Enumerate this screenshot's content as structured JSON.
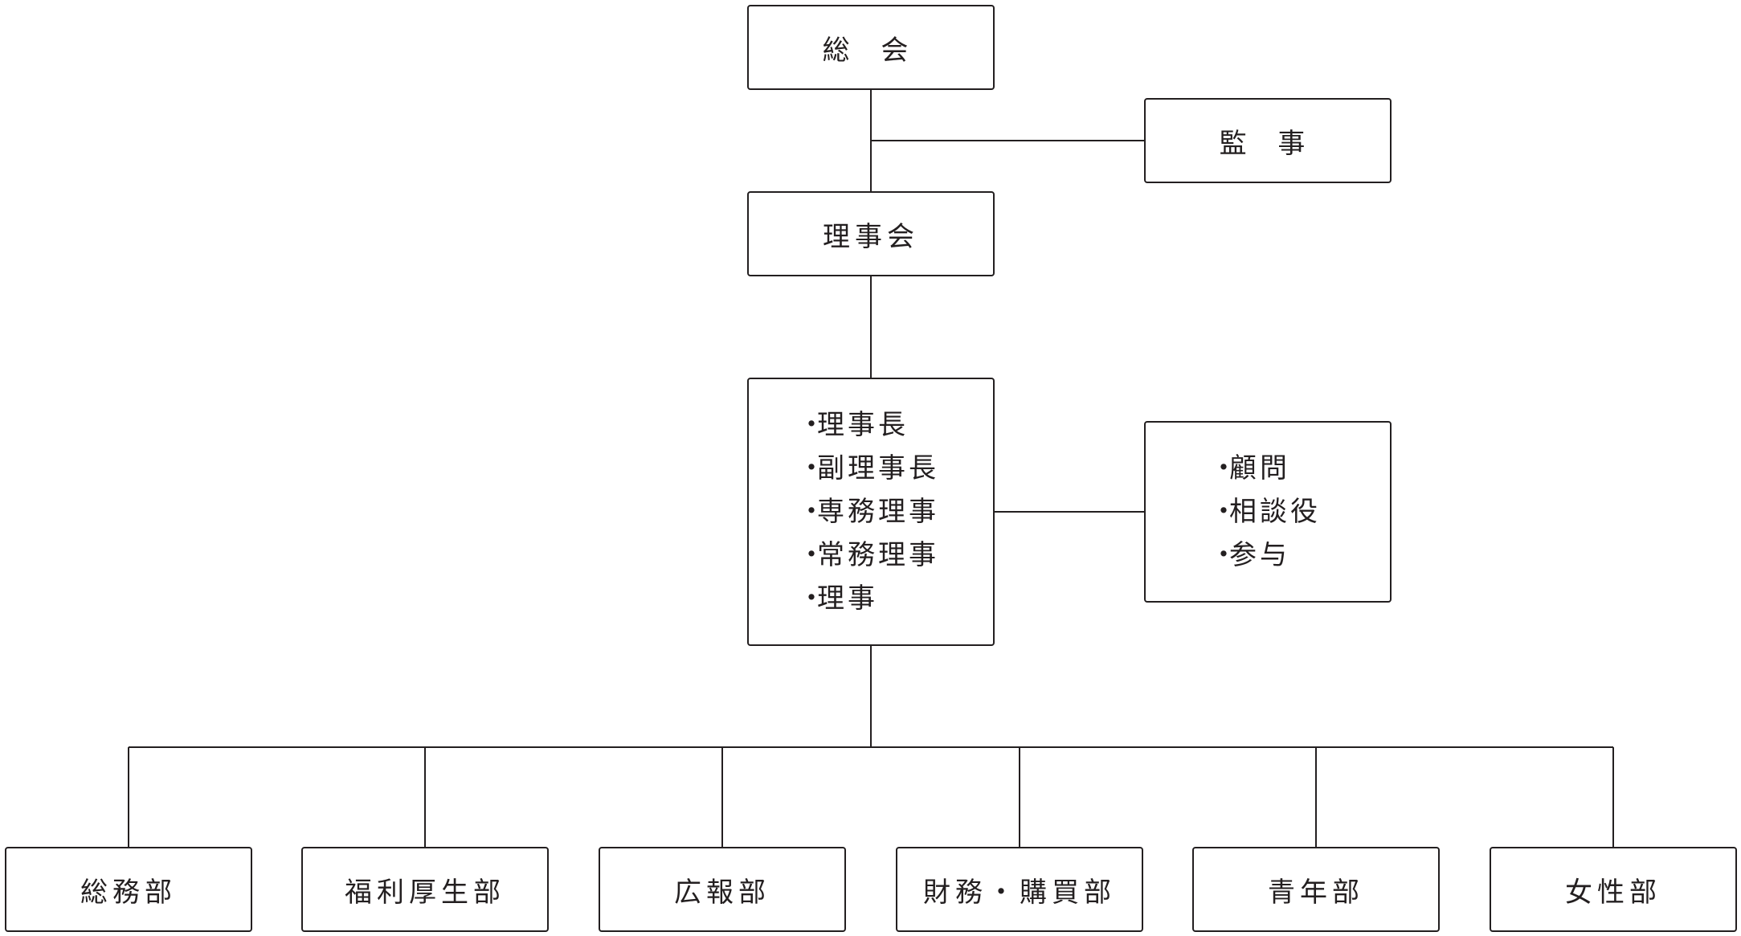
{
  "general_assembly": {
    "label": "総 会"
  },
  "auditor": {
    "label": "監 事"
  },
  "board": {
    "label": "理事会"
  },
  "officers": {
    "items": [
      "理事長",
      "副理事長",
      "専務理事",
      "常務理事",
      "理事"
    ]
  },
  "advisors": {
    "items": [
      "顧問",
      "相談役",
      "参与"
    ]
  },
  "departments": [
    {
      "label": "総務部"
    },
    {
      "label": "福利厚生部"
    },
    {
      "label": "広報部"
    },
    {
      "label": "財務・購買部"
    },
    {
      "label": "青年部"
    },
    {
      "label": "女性部"
    }
  ]
}
